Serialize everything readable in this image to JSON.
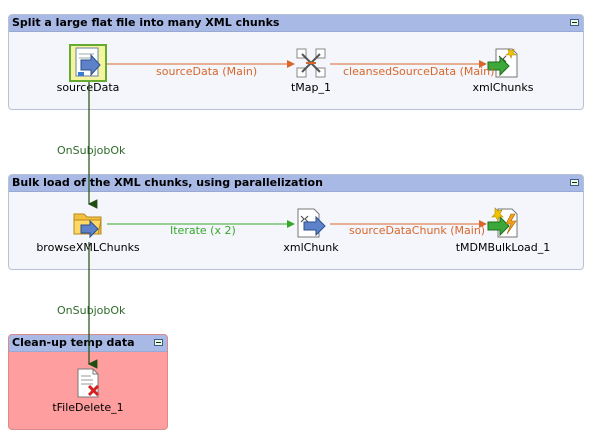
{
  "colors": {
    "subjob_header": "#a9b9e6",
    "subjob_body": "#f4f6fb",
    "subjob3_body": "#ff9e9e",
    "main_link": "#d8672b",
    "iterate_link": "#36a82a",
    "trigger_link": "#1f6b12"
  },
  "subjobs": [
    {
      "title": "Split a large flat file into many XML chunks",
      "components": [
        {
          "label": "sourceData",
          "icon": "input-file-arrow-icon"
        },
        {
          "label": "tMap_1",
          "icon": "tmap-icon"
        },
        {
          "label": "xmlChunks",
          "icon": "xml-output-icon"
        }
      ],
      "links": [
        "sourceData (Main)",
        "cleansedSourceData (Main)"
      ]
    },
    {
      "title": "Bulk load of the XML chunks, using parallelization",
      "components": [
        {
          "label": "browseXMLChunks",
          "icon": "folder-browse-icon"
        },
        {
          "label": "xmlChunk",
          "icon": "xml-input-icon"
        },
        {
          "label": "tMDMBulkLoad_1",
          "icon": "mdm-bulkload-icon"
        }
      ],
      "links": [
        "Iterate (x 2)",
        "sourceDataChunk (Main)"
      ]
    },
    {
      "title": "Clean-up temp data",
      "components": [
        {
          "label": "tFileDelete_1",
          "icon": "file-delete-icon"
        }
      ]
    }
  ],
  "triggers": [
    "OnSubjobOk",
    "OnSubjobOk"
  ]
}
